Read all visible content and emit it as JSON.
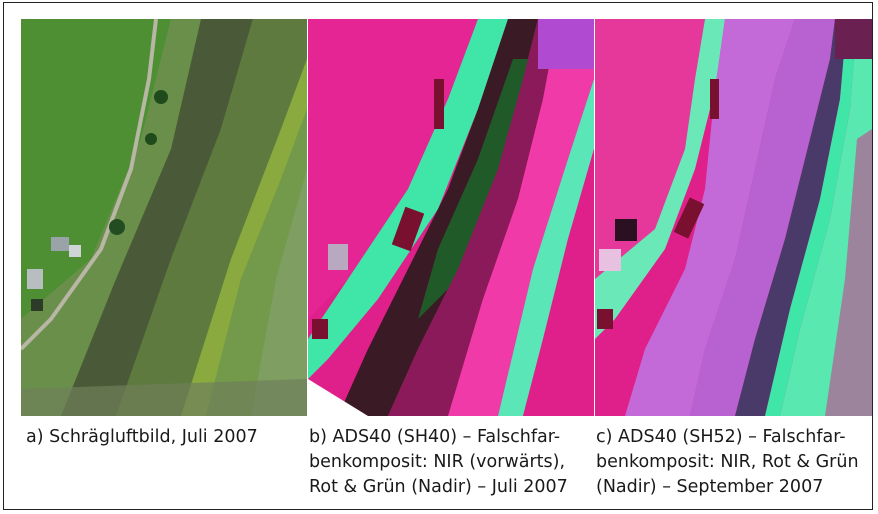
{
  "captions": {
    "a": "a) Schrägluftbild, Juli 2007",
    "b": "b) ADS40 (SH40) – Falschfar-\nbenkomposit: NIR (vorwärts),\nRot & Grün (Nadir) – Juli 2007",
    "c": "c) ADS40 (SH52) – Falschfar-\nbenkomposit: NIR, Rot & Grün\n(Nadir) – September 2007"
  },
  "colors": {
    "meadow_green": "#4f8f34",
    "dark_field": "#4a5a38",
    "magenta_field": "#e0208a",
    "violet_field": "#c46ad8",
    "cyan_strip": "#3fe6a8",
    "dark_red": "#7a1030"
  }
}
